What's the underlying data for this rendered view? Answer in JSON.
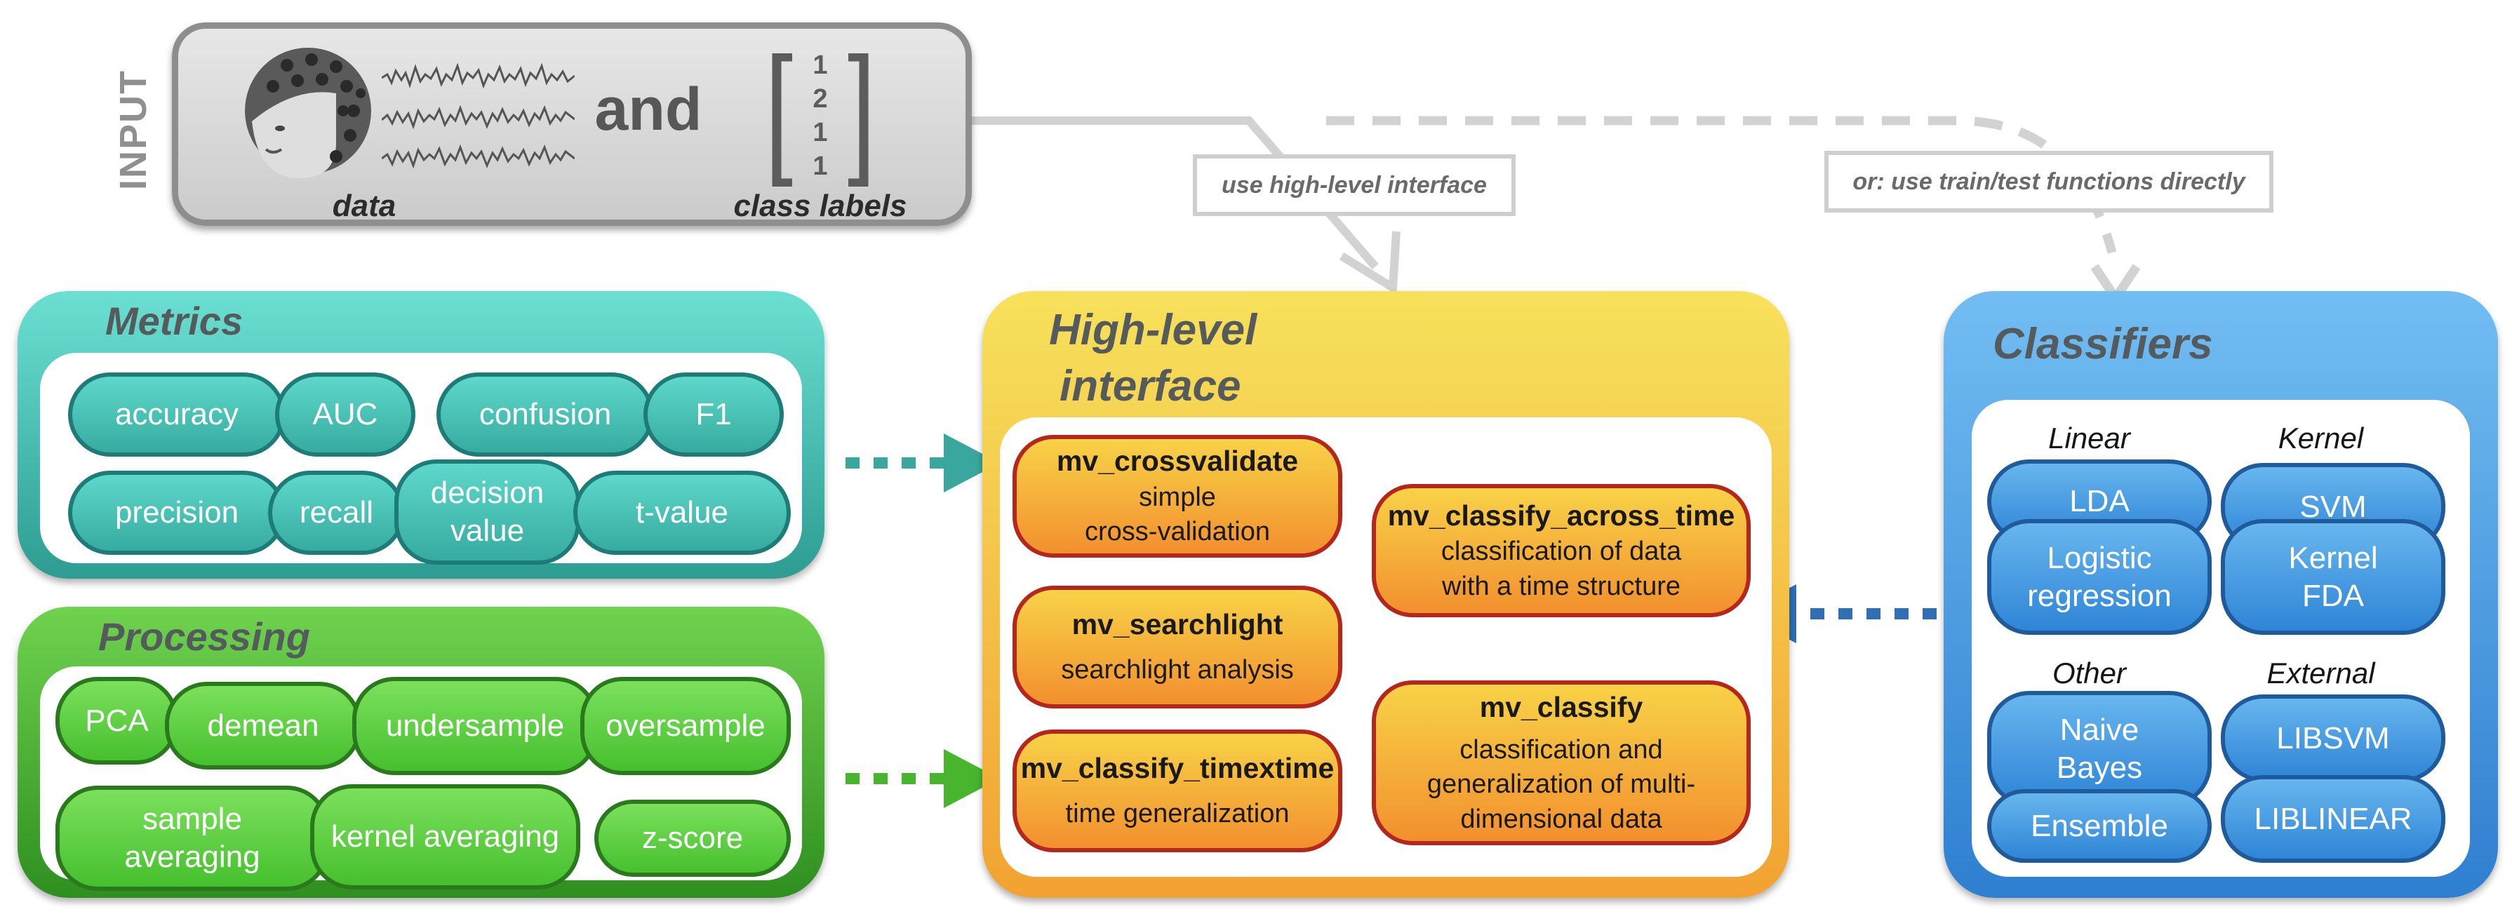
{
  "input": {
    "side_label": "INPUT",
    "data_caption": "data",
    "and_text": "and",
    "labels_caption": "class labels",
    "vector": [
      "1",
      "2",
      "1",
      "1"
    ]
  },
  "notes": {
    "high_level": "use high-level interface",
    "direct": "or: use train/test functions directly"
  },
  "metrics": {
    "title": "Metrics",
    "items": [
      "accuracy",
      "AUC",
      "confusion",
      "F1",
      "precision",
      "recall",
      "decision value",
      "t-value"
    ]
  },
  "processing": {
    "title": "Processing",
    "items": [
      "PCA",
      "demean",
      "undersample",
      "oversample",
      "sample averaging",
      "kernel averaging",
      "z-score"
    ]
  },
  "high_level": {
    "title_line1": "High-level",
    "title_line2": "interface",
    "functions": [
      {
        "name": "mv_crossvalidate",
        "desc_line1": "simple",
        "desc_line2": "cross-validation"
      },
      {
        "name": "mv_searchlight",
        "desc_line1": "searchlight analysis",
        "desc_line2": ""
      },
      {
        "name": "mv_classify_timextime",
        "desc_line1": "time generalization",
        "desc_line2": ""
      },
      {
        "name": "mv_classify_across_time",
        "desc_line1": "classification of data",
        "desc_line2": "with a time structure"
      },
      {
        "name": "mv_classify",
        "desc_line1": "classification and",
        "desc_line2": "generalization of multi-",
        "desc_line3": "dimensional data"
      }
    ]
  },
  "classifiers": {
    "title": "Classifiers",
    "categories": [
      "Linear",
      "Kernel",
      "Other",
      "External"
    ],
    "linear": [
      "LDA",
      "Logistic regression"
    ],
    "kernel": [
      "SVM",
      "Kernel FDA"
    ],
    "other": [
      "Naive Bayes",
      "Ensemble"
    ],
    "external": [
      "LIBSVM",
      "LIBLINEAR"
    ]
  },
  "colors": {
    "metrics": "#45c3b8",
    "processing": "#4cb52f",
    "high_level": "#f5c43c",
    "classifiers": "#3f93de",
    "function_border": "#b5261c",
    "arrow_teal": "#3aa79f",
    "arrow_green": "#49b52f",
    "arrow_blue": "#2f6fb5",
    "connector_gray": "#d2d2d2"
  }
}
